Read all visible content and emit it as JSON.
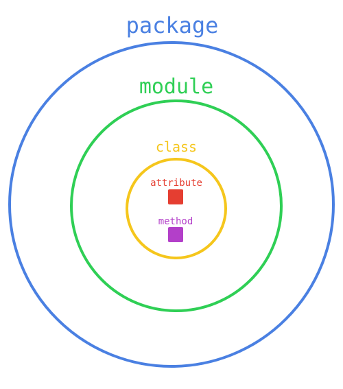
{
  "diagram": {
    "package": {
      "label": "package",
      "color": "#4a80e2"
    },
    "module": {
      "label": "module",
      "color": "#2fcf55"
    },
    "class": {
      "label": "class",
      "color": "#f5c61c"
    },
    "attribute": {
      "label": "attribute",
      "color": "#e53e31"
    },
    "method": {
      "label": "method",
      "color": "#b33fc9"
    }
  }
}
